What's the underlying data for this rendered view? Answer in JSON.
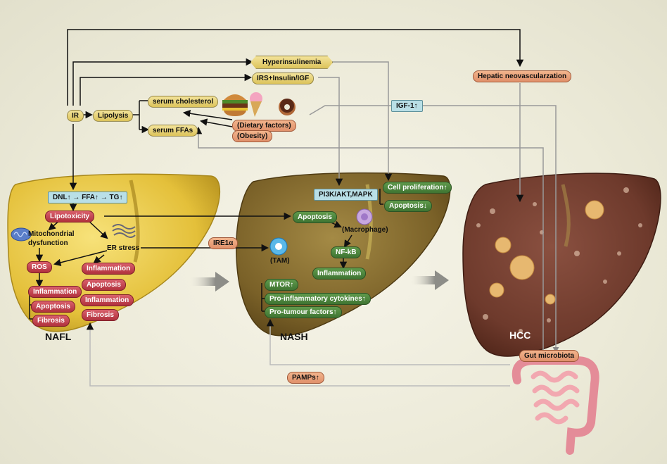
{
  "colors": {
    "nafl_liver": "#e8c83c",
    "nash_liver": "#7d6428",
    "hcc_liver": "#7a4030",
    "pill_red": "#b0313d",
    "pill_green": "#3f7432",
    "pill_yellow": "#dcc35a",
    "pill_blue": "#b9dfe6",
    "pill_orange": "#e0906a"
  },
  "icons": [
    "mitochondria-icon",
    "er-stress-icon",
    "burger-icon",
    "ice-cream-icon",
    "donut-icon",
    "macrophage-icon",
    "tam-icon",
    "intestine-icon",
    "progression-arrow-icon"
  ],
  "top": {
    "ir": "IR",
    "lipolysis": "Lipolysis",
    "serum_cholesterol": "serum cholesterol",
    "serum_ffas": "serum FFAs",
    "dietary": "(Dietary factors)",
    "obesity": "(Obesity)",
    "hyperinsulinemia": "Hyperinsulinemia",
    "irs": "IRS+Insulin/IGF",
    "igf1": "IGF-1↑",
    "hepatic_neo": "Hepatic neovascularzation"
  },
  "nafl": {
    "dnl": "DNL↑ → FFA↑ → TG↑",
    "lipotoxicity": "Lipotoxicity",
    "mito_line1": "Mitochondrial",
    "mito_line2": "dysfunction",
    "er_stress": "ER stress",
    "ros": "ROS",
    "inflammation_a": "Inflammation",
    "apoptosis_a": "Apoptosis",
    "fibrosis_a": "Fibrosis",
    "inflammation_b": "Inflammation",
    "apoptosis_b": "Apoptosis",
    "inflammation_c": "Inflammation",
    "fibrosis_b": "Fibrosis",
    "stage_label": "NAFL"
  },
  "nash": {
    "pi3k": "PI3K/AKT,MAPK",
    "cell_prolif": "Cell proliferation↑",
    "apoptosis_down": "Apoptosis↓",
    "apoptosis": "Apoptosis",
    "macrophage": "(Macrophage)",
    "ire1a": "IRE1α",
    "tam": "(TAM)",
    "nfkb": "NF-kB",
    "inflammation": "Inflammation",
    "mtor": "MTOR↑",
    "pro_inflam": "Pro-inflammatory cytokines↑",
    "pro_tumour": "Pro-tumour factors↑",
    "stage_label": "NASH"
  },
  "hcc": {
    "stage_label": "HCC",
    "gut": "Gut microbiota",
    "pamps": "PAMPs↑"
  }
}
